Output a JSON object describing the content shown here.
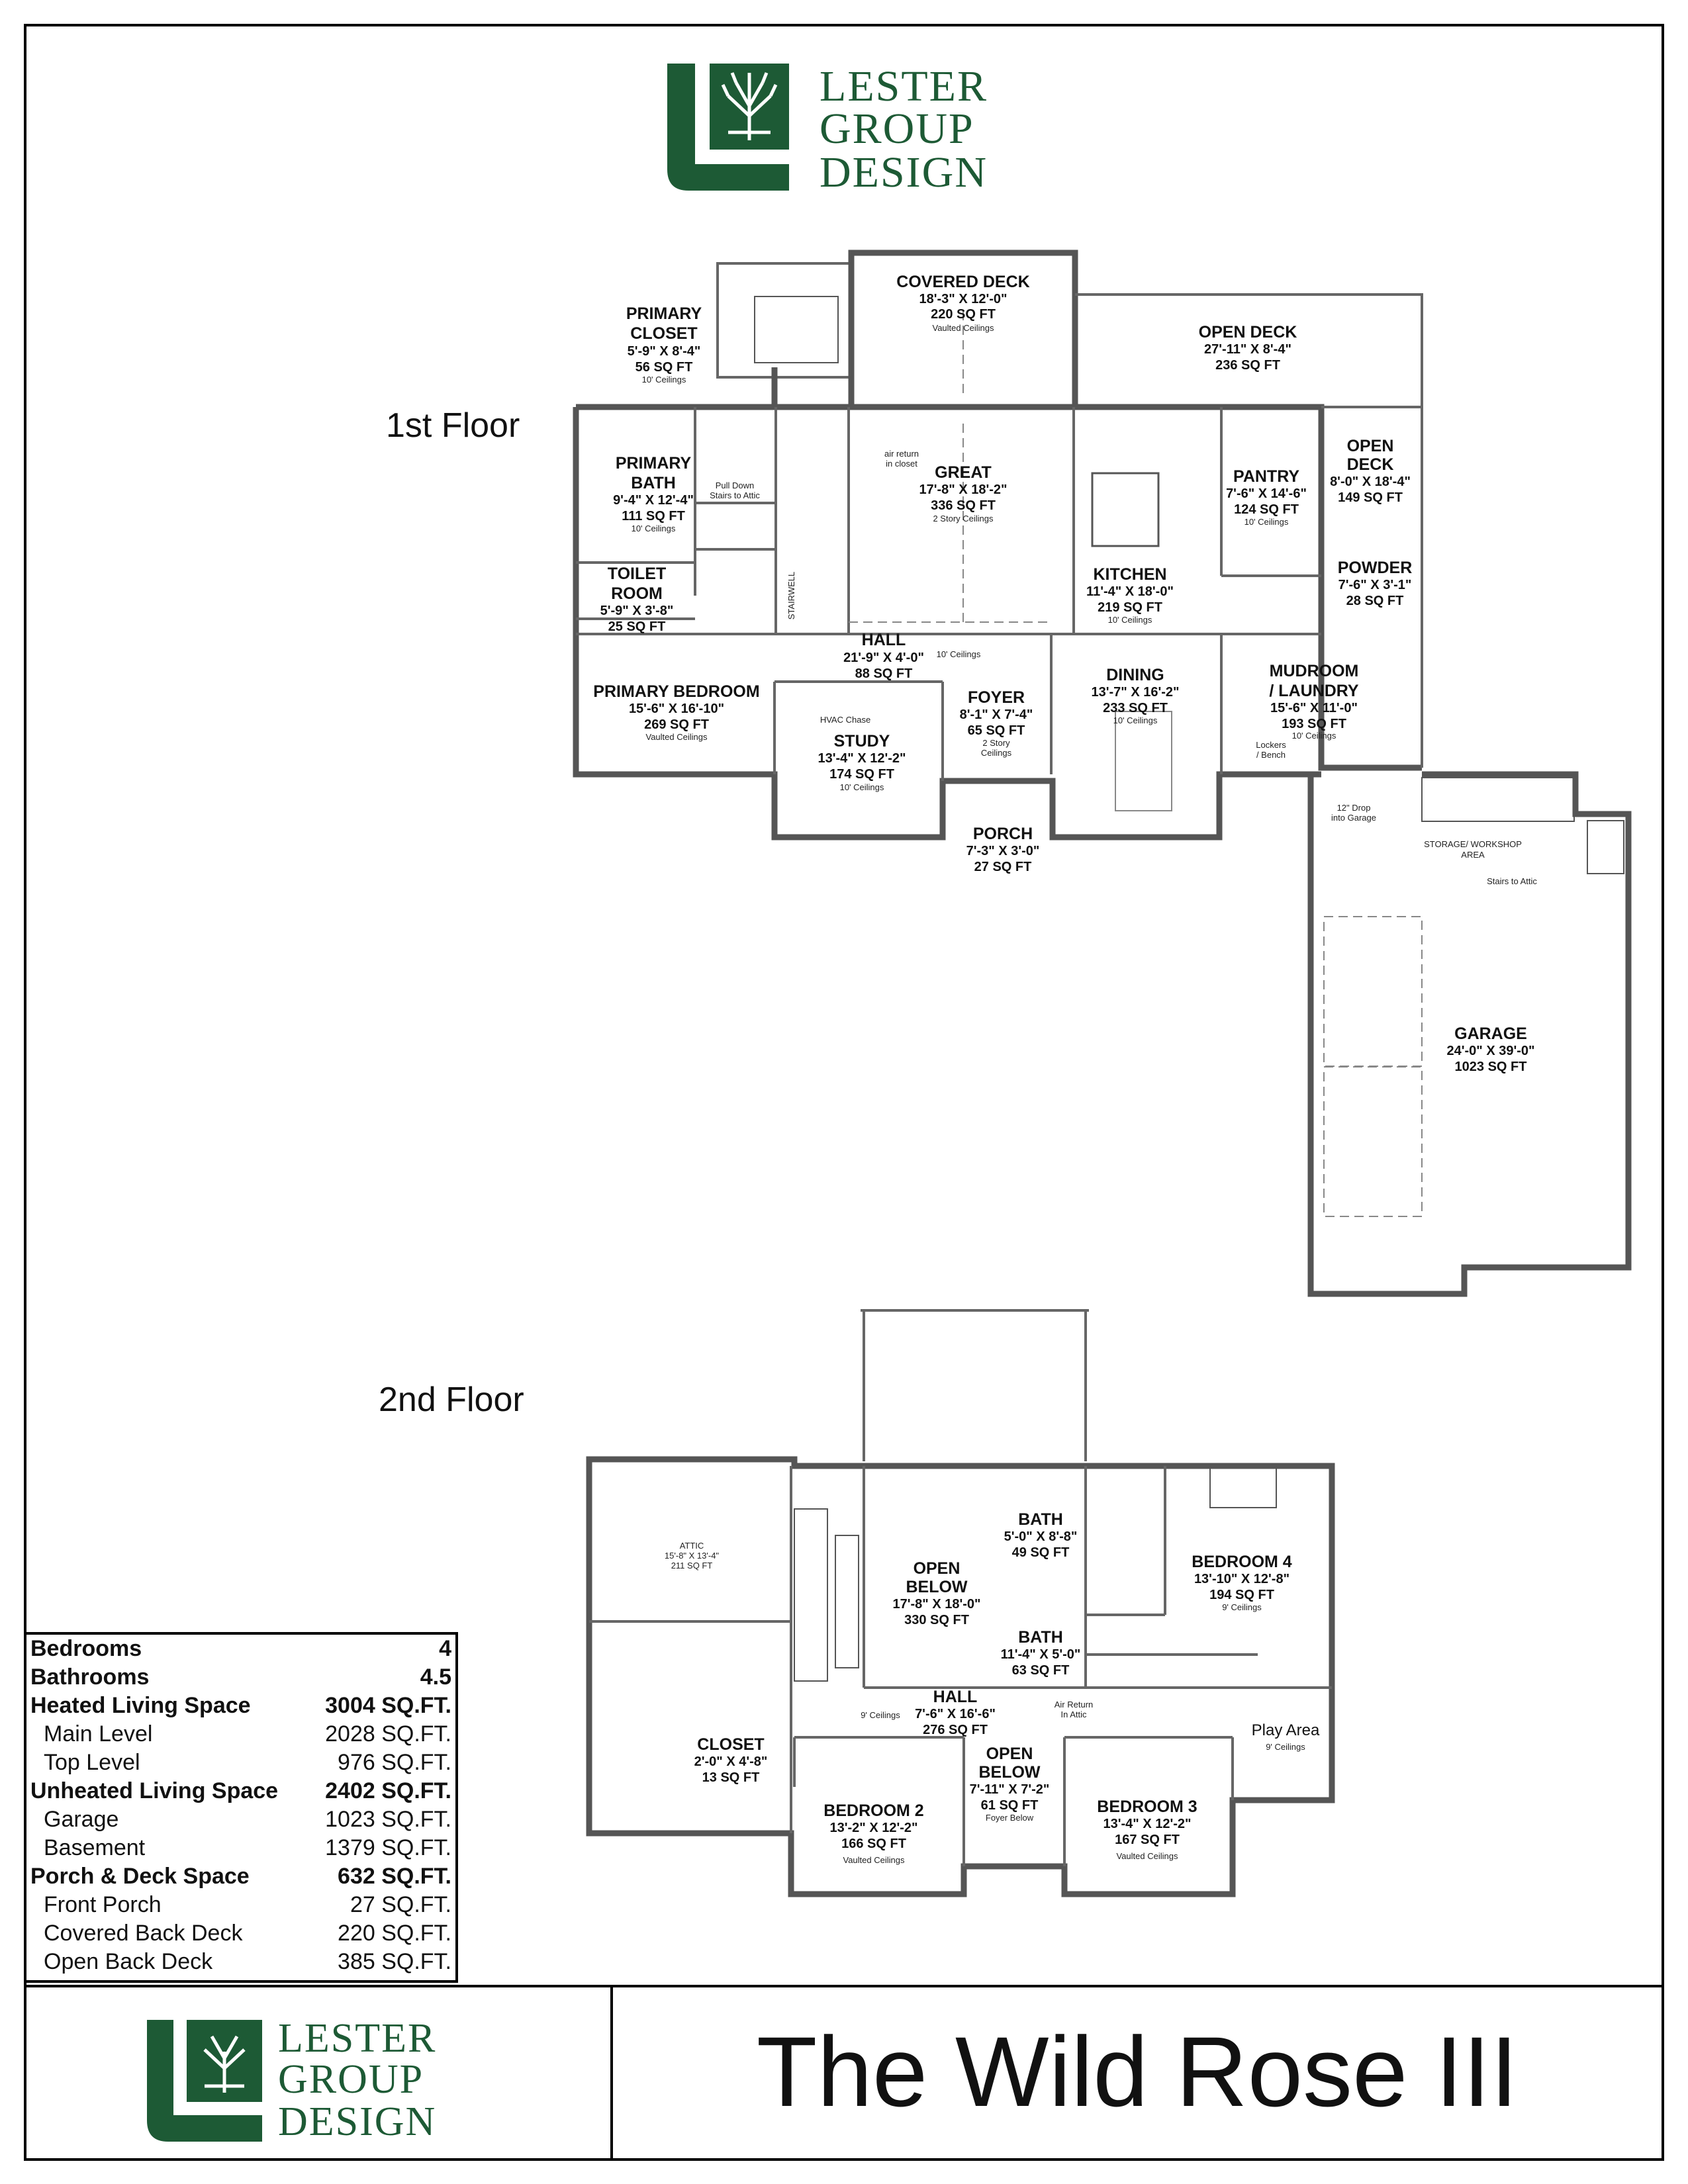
{
  "brand": {
    "line1": "LESTER",
    "line2": "GROUP",
    "line3": "DESIGN",
    "color": "#1d5a35"
  },
  "plan_title": "The Wild Rose III",
  "floors": {
    "first": "1st Floor",
    "second": "2nd Floor"
  },
  "rooms_first": {
    "covered_deck": {
      "name": "COVERED DECK",
      "dim": "18'-3\" X 12'-0\"",
      "area": "220 SQ FT",
      "note": "Vaulted Ceilings"
    },
    "open_deck": {
      "name": "OPEN DECK",
      "dim": "27'-11\" X 8'-4\"",
      "area": "236 SQ FT"
    },
    "primary_closet": {
      "name1": "PRIMARY",
      "name2": "CLOSET",
      "dim": "5'-9\" X 8'-4\"",
      "area": "56 SQ FT",
      "note": "10' Ceilings"
    },
    "great": {
      "name": "GREAT",
      "dim": "17'-8\" X 18'-2\"",
      "area": "336 SQ FT",
      "note": "2 Story Ceilings"
    },
    "pantry": {
      "name": "PANTRY",
      "dim": "7'-6\" X 14'-6\"",
      "area": "124 SQ FT",
      "note": "10' Ceilings"
    },
    "open_deck_side": {
      "name1": "OPEN",
      "name2": "DECK",
      "dim": "8'-0\" X 18'-4\"",
      "area": "149 SQ FT"
    },
    "primary_bath": {
      "name1": "PRIMARY",
      "name2": "BATH",
      "dim": "9'-4\" X 12'-4\"",
      "area": "111 SQ FT",
      "note": "10' Ceilings"
    },
    "toilet_room": {
      "name1": "TOILET",
      "name2": "ROOM",
      "dim": "5'-9\" X 3'-8\"",
      "area": "25 SQ FT"
    },
    "kitchen": {
      "name": "KITCHEN",
      "dim": "11'-4\" X 18'-0\"",
      "area": "219 SQ FT",
      "note": "10' Ceilings"
    },
    "powder": {
      "name": "POWDER",
      "dim": "7'-6\" X 3'-1\"",
      "area": "28 SQ FT"
    },
    "hall": {
      "name": "HALL",
      "dim": "21'-9\" X 4'-0\"",
      "area": "88 SQ FT",
      "note": "10' Ceilings"
    },
    "dining": {
      "name": "DINING",
      "dim": "13'-7\" X 16'-2\"",
      "area": "233 SQ FT",
      "note": "10' Ceilings"
    },
    "mudroom": {
      "name1": "MUDROOM",
      "name2": "/ LAUNDRY",
      "dim": "15'-6\" X 11'-0\"",
      "area": "193 SQ FT",
      "note": "10' Ceilings"
    },
    "primary_bedroom": {
      "name": "PRIMARY BEDROOM",
      "dim": "15'-6\" X 16'-10\"",
      "area": "269 SQ FT",
      "note": "Vaulted Ceilings"
    },
    "foyer": {
      "name": "FOYER",
      "dim": "8'-1\" X 7'-4\"",
      "area": "65 SQ FT",
      "note1": "2 Story",
      "note2": "Ceilings"
    },
    "study": {
      "name": "STUDY",
      "dim": "13'-4\" X 12'-2\"",
      "area": "174 SQ FT",
      "note": "10' Ceilings"
    },
    "porch": {
      "name": "PORCH",
      "dim": "7'-3\" X 3'-0\"",
      "area": "27 SQ FT"
    },
    "garage": {
      "name": "GARAGE",
      "dim": "24'-0\" X 39'-0\"",
      "area": "1023 SQ FT"
    }
  },
  "notes_first": {
    "air_return1": "air return",
    "air_return2": "in closet",
    "pull_down1": "Pull Down",
    "pull_down2": "Stairs to Attic",
    "stairwell": "STAIRWELL",
    "hvac": "HVAC Chase",
    "lockers1": "Lockers",
    "lockers2": "/ Bench",
    "drop1": "12\" Drop",
    "drop2": "into Garage",
    "storage1": "STORAGE/ WORKSHOP",
    "storage2": "AREA",
    "stairs_attic": "Stairs to Attic"
  },
  "rooms_second": {
    "attic": {
      "name": "ATTIC",
      "dim": "15'-8\" X 13'-4\"",
      "area": "211 SQ FT"
    },
    "open_below": {
      "name1": "OPEN",
      "name2": "BELOW",
      "dim": "17'-8\" X 18'-0\"",
      "area": "330 SQ FT"
    },
    "bath_upper": {
      "name": "BATH",
      "dim": "5'-0\" X 8'-8\"",
      "area": "49 SQ FT"
    },
    "bedroom4": {
      "name": "BEDROOM 4",
      "dim": "13'-10\" X 12'-8\"",
      "area": "194 SQ FT",
      "note": "9' Ceilings"
    },
    "bath_lower": {
      "name": "BATH",
      "dim": "11'-4\" X 5'-0\"",
      "area": "63 SQ FT"
    },
    "hall": {
      "name": "HALL",
      "dim": "7'-6\" X 16'-6\"",
      "area": "276 SQ FT",
      "note": "9' Ceilings"
    },
    "closet": {
      "name": "CLOSET",
      "dim": "2'-0\" X 4'-8\"",
      "area": "13 SQ FT"
    },
    "open_below2": {
      "name1": "OPEN",
      "name2": "BELOW",
      "dim": "7'-11\" X 7'-2\"",
      "area": "61 SQ FT",
      "note": "Foyer Below"
    },
    "bedroom2": {
      "name": "BEDROOM 2",
      "dim": "13'-2\" X 12'-2\"",
      "area": "166 SQ FT",
      "note": "Vaulted Ceilings"
    },
    "bedroom3": {
      "name": "BEDROOM 3",
      "dim": "13'-4\" X 12'-2\"",
      "area": "167 SQ FT",
      "note": "Vaulted Ceilings"
    },
    "play_area": {
      "name": "Play Area",
      "note": "9' Ceilings"
    },
    "air_return1": "Air Return",
    "air_return2": "In Attic"
  },
  "stats": [
    {
      "label": "Bedrooms",
      "value": "4",
      "kind": "head"
    },
    {
      "label": "Bathrooms",
      "value": "4.5",
      "kind": "head"
    },
    {
      "label": "Heated Living Space",
      "value": "3004 SQ.FT.",
      "kind": "head"
    },
    {
      "label": "Main Level",
      "value": "2028 SQ.FT.",
      "kind": "sub"
    },
    {
      "label": "Top Level",
      "value": "976 SQ.FT.",
      "kind": "sub"
    },
    {
      "label": "Unheated Living Space",
      "value": "2402 SQ.FT.",
      "kind": "head"
    },
    {
      "label": "Garage",
      "value": "1023 SQ.FT.",
      "kind": "sub"
    },
    {
      "label": "Basement",
      "value": "1379 SQ.FT.",
      "kind": "sub"
    },
    {
      "label": "Porch & Deck Space",
      "value": "632 SQ.FT.",
      "kind": "head"
    },
    {
      "label": "Front Porch",
      "value": "27 SQ.FT.",
      "kind": "sub"
    },
    {
      "label": "Covered Back Deck",
      "value": "220 SQ.FT.",
      "kind": "sub"
    },
    {
      "label": "Open  Back Deck",
      "value": "385 SQ.FT.",
      "kind": "sub"
    }
  ]
}
